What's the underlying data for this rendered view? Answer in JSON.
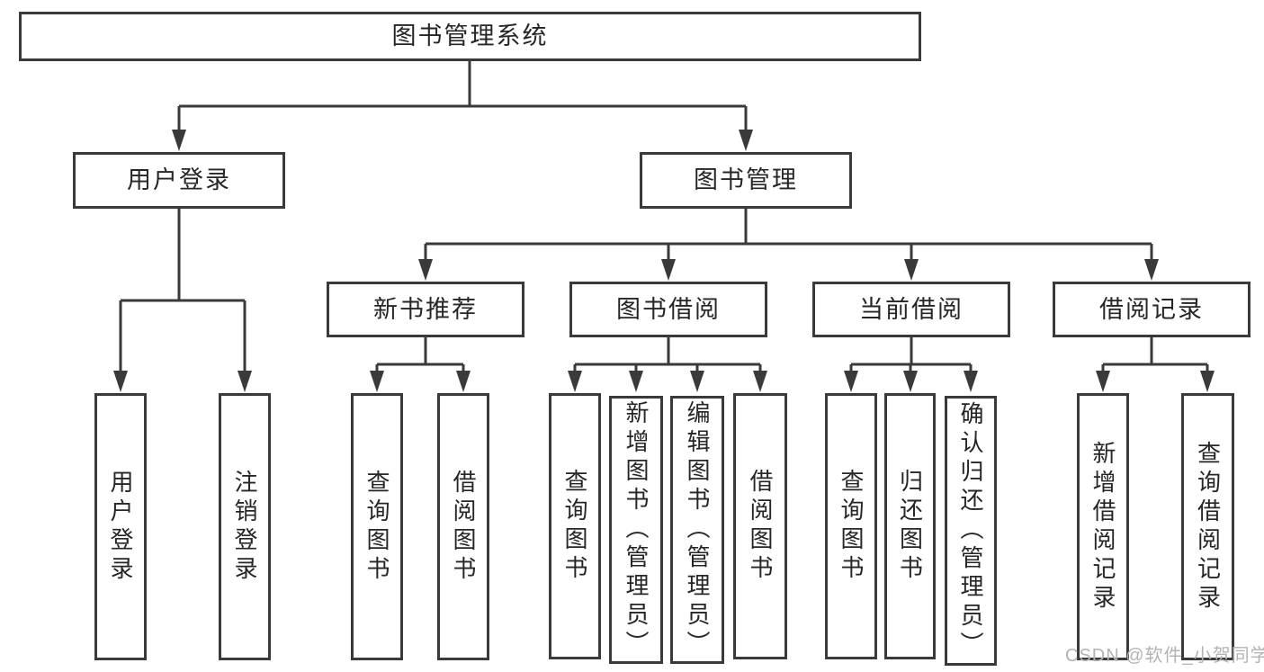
{
  "tree": {
    "root": {
      "label": "图书管理系统"
    },
    "children": [
      {
        "label": "用户登录",
        "children": [
          {
            "label": "用户登录"
          },
          {
            "label": "注销登录"
          }
        ]
      },
      {
        "label": "图书管理",
        "children": [
          {
            "label": "新书推荐",
            "children": [
              {
                "label": "查询图书"
              },
              {
                "label": "借阅图书"
              }
            ]
          },
          {
            "label": "图书借阅",
            "children": [
              {
                "label": "查询图书"
              },
              {
                "label": "新增图书（管理员）"
              },
              {
                "label": "编辑图书（管理员）"
              },
              {
                "label": "借阅图书"
              }
            ]
          },
          {
            "label": "当前借阅",
            "children": [
              {
                "label": "查询图书"
              },
              {
                "label": "归还图书"
              },
              {
                "label": "确认归还（管理员）"
              }
            ]
          },
          {
            "label": "借阅记录",
            "children": [
              {
                "label": "新增借阅记录"
              },
              {
                "label": "查询借阅记录"
              }
            ]
          }
        ]
      }
    ]
  },
  "watermark": {
    "text": "CSDN @软件_小贺同学"
  },
  "colors": {
    "line": "#3a3a3a",
    "text": "#262626",
    "watermark": "#b3b3b3",
    "background": "#ffffff"
  }
}
